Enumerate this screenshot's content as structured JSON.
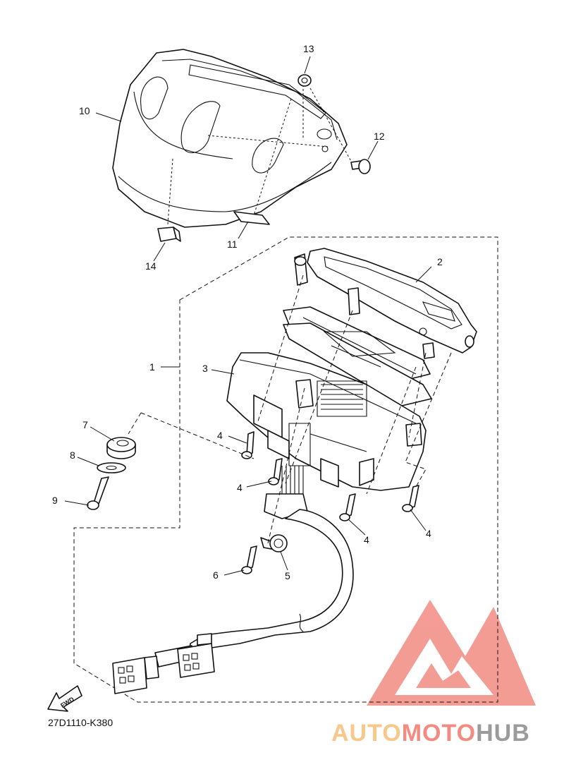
{
  "diagram": {
    "callouts": [
      "1",
      "2",
      "3",
      "4",
      "4",
      "4",
      "4",
      "5",
      "6",
      "7",
      "8",
      "9",
      "10",
      "11",
      "12",
      "13",
      "14"
    ],
    "fwd_label": "FWD",
    "diagram_code": "27D1110-K380"
  },
  "watermark": {
    "part1": "AUTO",
    "part2": "MOTO",
    "part3": "HUB",
    "colors": {
      "auto": "#f9c78a",
      "moto": "#f28b82",
      "hub": "#9b9b9b",
      "logo": "#f28b82"
    }
  }
}
